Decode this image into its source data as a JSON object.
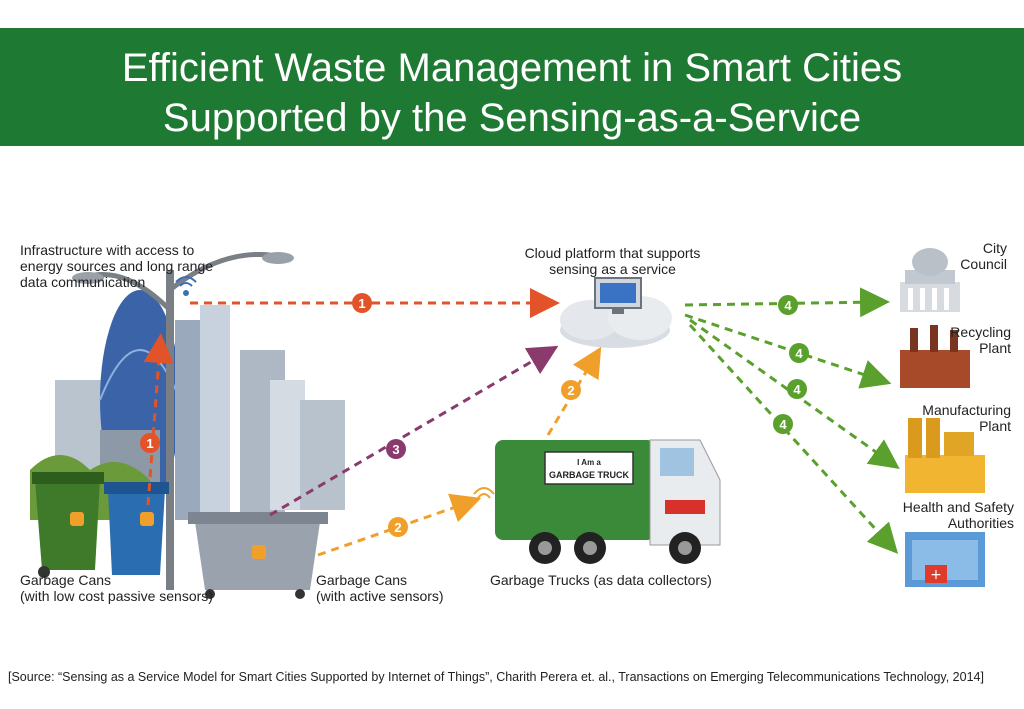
{
  "title": {
    "line1": "Efficient Waste Management in Smart Cities",
    "line2": "Supported by the Sensing-as-a-Service"
  },
  "labels": {
    "infrastructure": [
      "Infrastructure with access to",
      "energy sources and long range",
      "data communication"
    ],
    "cloud": [
      "Cloud platform that supports",
      "sensing as a service"
    ],
    "passive_cans": [
      "Garbage Cans",
      "(with low cost passive sensors)"
    ],
    "active_cans": [
      "Garbage Cans",
      "(with active sensors)"
    ],
    "trucks": "Garbage Trucks (as data collectors)",
    "truck_sign": [
      "I Am a",
      "GARBAGE TRUCK"
    ],
    "city_council": [
      "City",
      "Council"
    ],
    "recycling": [
      "Recycling",
      "Plant"
    ],
    "manufacturing": [
      "Manufacturing",
      "Plant"
    ],
    "health": [
      "Health and Safety",
      "Authorities"
    ]
  },
  "flows": [
    {
      "step": "1",
      "color": "#e2532a"
    },
    {
      "step": "1",
      "color": "#e2532a"
    },
    {
      "step": "2",
      "color": "#f0a02a"
    },
    {
      "step": "2",
      "color": "#f0a02a"
    },
    {
      "step": "3",
      "color": "#8b3a6e"
    },
    {
      "step": "4",
      "color": "#5aa02c"
    },
    {
      "step": "4",
      "color": "#5aa02c"
    },
    {
      "step": "4",
      "color": "#5aa02c"
    },
    {
      "step": "4",
      "color": "#5aa02c"
    }
  ],
  "colors": {
    "title_bg": "#1e7a32",
    "flow1": "#e2532a",
    "flow2": "#f0a02a",
    "flow3": "#8b3a6e",
    "flow4": "#5aa02c"
  },
  "source": "[Source: “Sensing as a Service Model for Smart Cities Supported by Internet of Things”, Charith Perera et. al., Transactions on Emerging Telecommunications Technology, 2014]"
}
